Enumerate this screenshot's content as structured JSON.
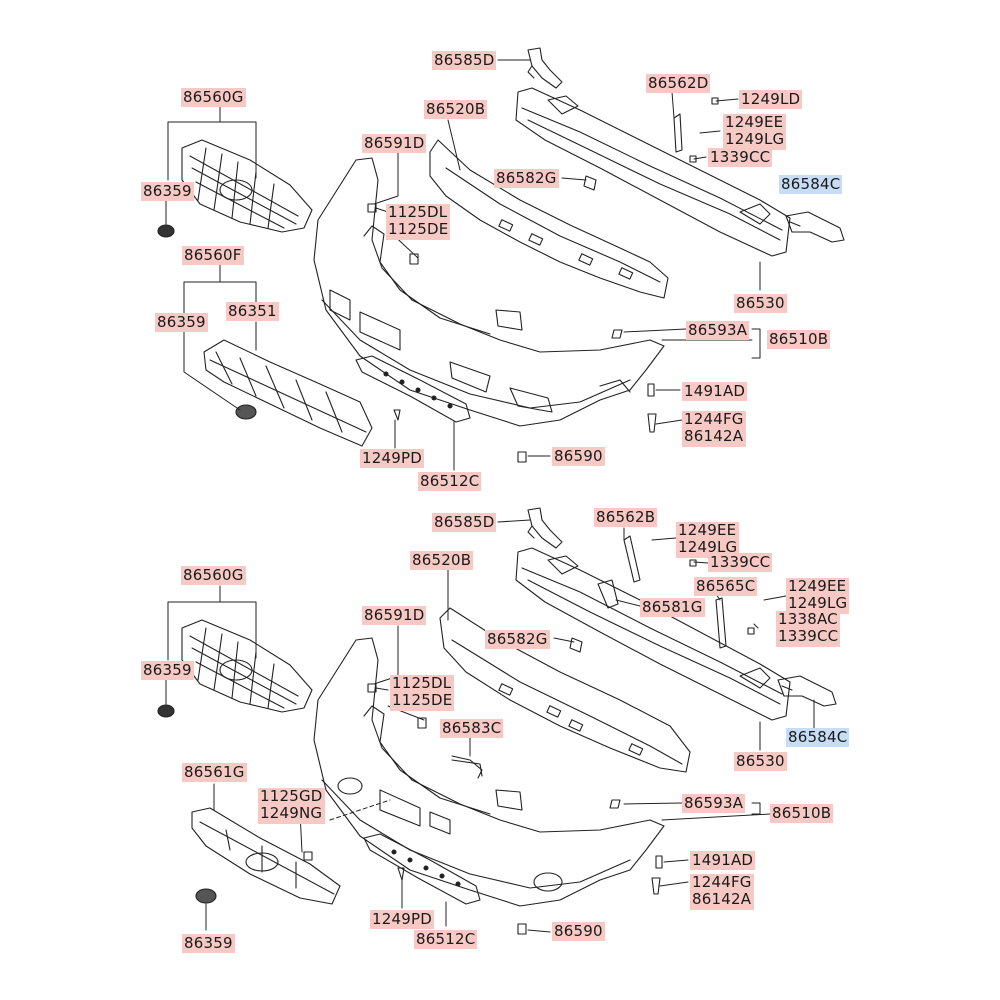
{
  "colors": {
    "red_label": "#f7c9c4",
    "blue_label": "#c7ddf5",
    "line": "#222222"
  },
  "top": {
    "p86585D": "86585D",
    "p86562D": "86562D",
    "p1249LD": "1249LD",
    "p1249EE": "1249EE",
    "p1249LG": "1249LG",
    "p1339CC": "1339CC",
    "p86520B": "86520B",
    "p86560G": "86560G",
    "p86591D": "86591D",
    "p86582G": "86582G",
    "p86584C": "86584C",
    "p86359a": "86359",
    "p1125DL": "1125DL",
    "p1125DE": "1125DE",
    "p86560F": "86560F",
    "p86530": "86530",
    "p86359b": "86359",
    "p86351": "86351",
    "p86593A": "86593A",
    "p86510B": "86510B",
    "p1491AD": "1491AD",
    "p1244FG": "1244FG",
    "p86142A": "86142A",
    "p1249PD": "1249PD",
    "p86590": "86590",
    "p86512C": "86512C"
  },
  "bottom": {
    "p86585D": "86585D",
    "p86562B": "86562B",
    "p1249EE": "1249EE",
    "p1249LG": "1249LG",
    "p86520B": "86520B",
    "p1339CC": "1339CC",
    "p86560G": "86560G",
    "p86565C": "86565C",
    "p1249EE2": "1249EE",
    "p1249LG2": "1249LG",
    "p86581G": "86581G",
    "p86591D": "86591D",
    "p1338AC": "1338AC",
    "p1339CC2": "1339CC",
    "p86582G": "86582G",
    "p86359a": "86359",
    "p1125DL": "1125DL",
    "p1125DE": "1125DE",
    "p86584C": "86584C",
    "p86583C": "86583C",
    "p86530": "86530",
    "p86561G": "86561G",
    "p1125GD": "1125GD",
    "p1249NG": "1249NG",
    "p86593A": "86593A",
    "p86510B": "86510B",
    "p1491AD": "1491AD",
    "p1244FG": "1244FG",
    "p86142A": "86142A",
    "p1249PD": "1249PD",
    "p86512C": "86512C",
    "p86590": "86590",
    "p86359b": "86359"
  }
}
